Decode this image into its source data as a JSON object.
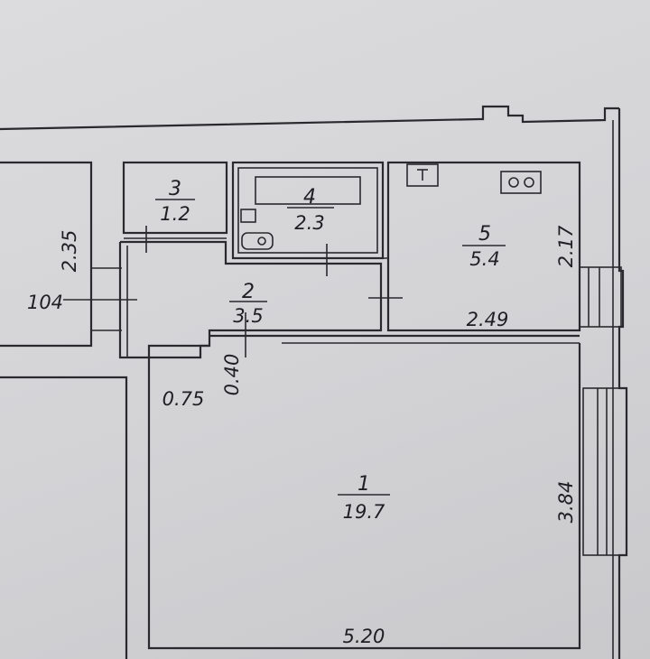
{
  "rooms": [
    {
      "number": "1",
      "area": "19.7"
    },
    {
      "number": "2",
      "area": "3.5"
    },
    {
      "number": "3",
      "area": "1.2"
    },
    {
      "number": "4",
      "area": "2.3"
    },
    {
      "number": "5",
      "area": "5.4"
    }
  ],
  "dimensions": {
    "left_room_height": "2.35",
    "left_room_label": "104",
    "room5_height": "2.17",
    "room5_width": "2.49",
    "door_width": "0.75",
    "door_offset": "0.40",
    "room1_height": "3.84",
    "room1_width": "5.20"
  }
}
